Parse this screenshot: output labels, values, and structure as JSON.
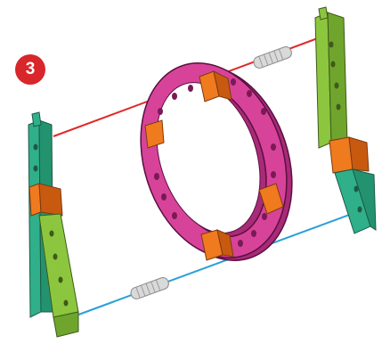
{
  "step": {
    "number": "3"
  },
  "colors": {
    "badge": "#d8262b",
    "badge_text": "#ffffff",
    "ring": "#d8439a",
    "ring_dark": "#a82a78",
    "connector": "#f07a1e",
    "beam_green": "#8cc63f",
    "beam_teal": "#2fb08a",
    "beam_orange": "#f07a1e",
    "guide_red": "#e02a2a",
    "guide_blue": "#2a9fd8",
    "axle": "#c8c8c8"
  },
  "icons": {
    "step_badge": "numbered-circle",
    "ring": "pink-ring-part",
    "beam_left": "perforated-beam",
    "beam_right": "perforated-beam",
    "axle_top": "threaded-axle",
    "axle_bottom": "threaded-axle"
  }
}
